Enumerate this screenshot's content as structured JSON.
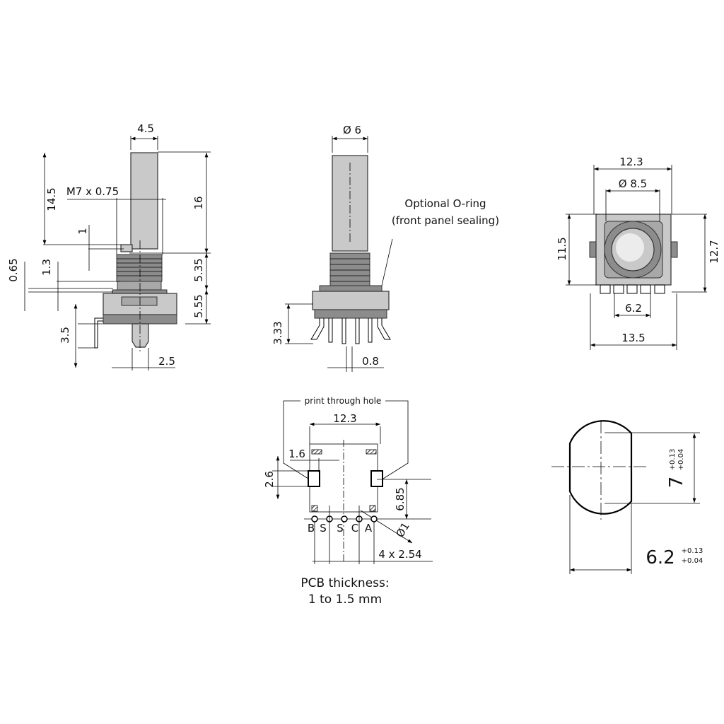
{
  "side_view": {
    "shaft_width": "4.5",
    "shaft_length": "14.5",
    "thread": "M7 x 0.75",
    "flat_depth": "1",
    "total_height": "16",
    "washer": "0.65",
    "nut": "1.3",
    "thread_length": "5.35",
    "body_height": "5.55",
    "pin_length": "3.5",
    "pin_offset": "2.5"
  },
  "front_view": {
    "shaft_diameter": "Ø 6",
    "oring_line1": "Optional O-ring",
    "oring_line2": "(front panel sealing)",
    "pin_height": "3.33",
    "pin_width": "0.8"
  },
  "top_view": {
    "width": "12.3",
    "bore": "Ø 8.5",
    "depth": "11.5",
    "total_depth": "12.7",
    "pin_span": "6.2",
    "overall_width": "13.5"
  },
  "pcb_layout": {
    "note": "print through hole",
    "width": "12.3",
    "slot_width": "1.6",
    "slot_height": "2.6",
    "slot_to_pins": "6.85",
    "pins": [
      "B",
      "S",
      "S",
      "C",
      "A"
    ],
    "hole": "Ø1",
    "pitch": "4 x 2.54",
    "pcb_line1": "PCB thickness:",
    "pcb_line2": "1 to 1.5 mm"
  },
  "shaft_section": {
    "height": "7",
    "height_tol_upper": "+0.13",
    "height_tol_lower": "+0.04",
    "width": "6.2",
    "width_tol_upper": "+0.13",
    "width_tol_lower": "+0.04"
  }
}
